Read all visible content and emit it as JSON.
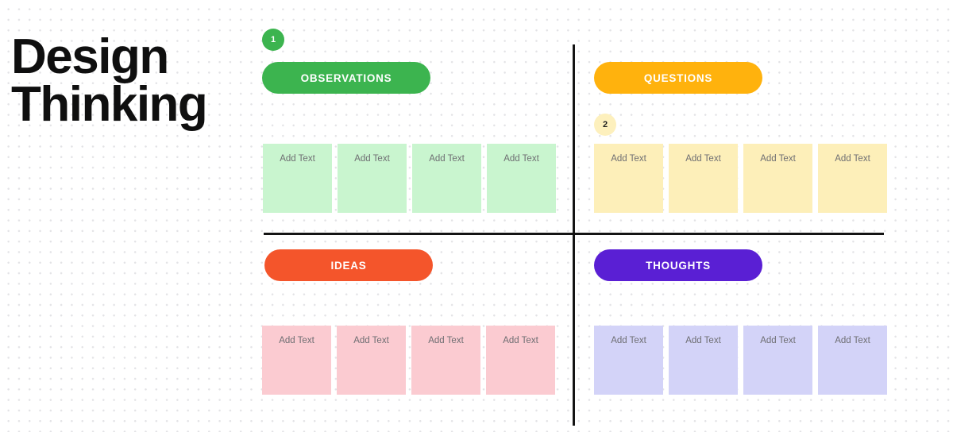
{
  "board": {
    "title": "Design\nThinking",
    "note_placeholder": "Add Text",
    "colors": {
      "observations": "#3cb44f",
      "questions": "#ffb20d",
      "ideas": "#f4552b",
      "thoughts": "#5a1fd4",
      "note_green": "#c9f5cf",
      "note_yellow": "#fdefb9",
      "note_pink": "#fbcbd1",
      "note_lavender": "#d3d3f8",
      "divider": "#141414",
      "note_text": "#6e6e72"
    }
  },
  "quadrants": [
    {
      "id": "observations",
      "label": "OBSERVATIONS",
      "badge": "1",
      "badge_position": "above",
      "notes": [
        {
          "text": "Add Text"
        },
        {
          "text": "Add Text"
        },
        {
          "text": "Add Text"
        },
        {
          "text": "Add Text"
        }
      ]
    },
    {
      "id": "questions",
      "label": "QUESTIONS",
      "badge": "2",
      "badge_position": "below",
      "notes": [
        {
          "text": "Add Text"
        },
        {
          "text": "Add Text"
        },
        {
          "text": "Add Text"
        },
        {
          "text": "Add Text"
        }
      ]
    },
    {
      "id": "ideas",
      "label": "IDEAS",
      "badge": null,
      "badge_position": null,
      "notes": [
        {
          "text": "Add Text"
        },
        {
          "text": "Add Text"
        },
        {
          "text": "Add Text"
        },
        {
          "text": "Add Text"
        }
      ]
    },
    {
      "id": "thoughts",
      "label": "THOUGHTS",
      "badge": null,
      "badge_position": null,
      "notes": [
        {
          "text": "Add Text"
        },
        {
          "text": "Add Text"
        },
        {
          "text": "Add Text"
        },
        {
          "text": "Add Text"
        }
      ]
    }
  ]
}
